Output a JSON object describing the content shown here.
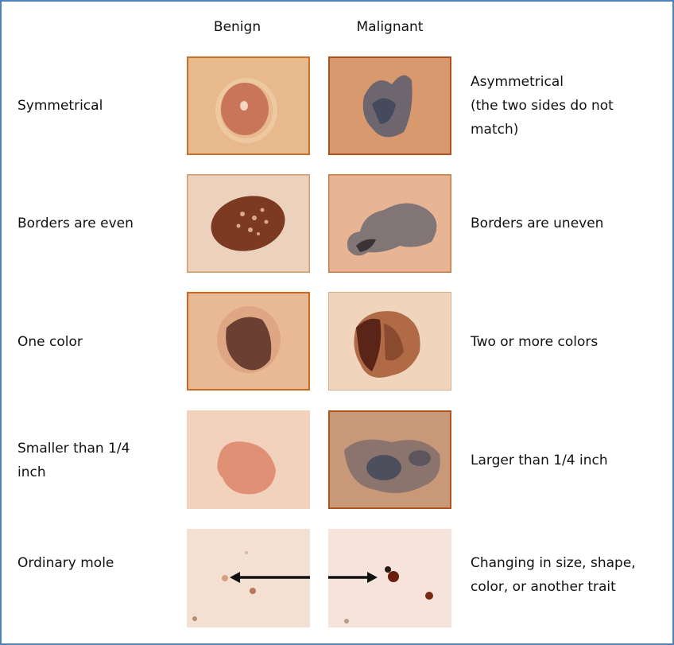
{
  "columns": {
    "benign": "Benign",
    "malignant": "Malignant"
  },
  "rows": [
    {
      "benign_label": "Symmetrical",
      "malignant_label_lines": [
        "Asymmetrical",
        "(the two sides do not",
        "match)"
      ],
      "benign_image": "symmetrical-mole-photo",
      "malignant_image": "asymmetrical-melanoma-photo"
    },
    {
      "benign_label": "Borders are even",
      "malignant_label_lines": [
        "Borders are uneven"
      ],
      "benign_image": "even-border-mole-photo",
      "malignant_image": "uneven-border-melanoma-photo"
    },
    {
      "benign_label": "One color",
      "malignant_label_lines": [
        "Two or more colors"
      ],
      "benign_image": "one-color-mole-photo",
      "malignant_image": "multicolor-melanoma-photo"
    },
    {
      "benign_label_lines": [
        "Smaller than 1/4",
        "inch"
      ],
      "malignant_label_lines": [
        "Larger than 1/4 inch"
      ],
      "benign_image": "small-mole-photo",
      "malignant_image": "large-melanoma-photo"
    },
    {
      "benign_label": "Ordinary mole",
      "malignant_label_lines": [
        "Changing in size, shape,",
        "color, or another trait"
      ],
      "benign_image": "ordinary-mole-arrow-photo",
      "malignant_image": "changing-mole-arrow-photo"
    }
  ],
  "colors": {
    "frame_border": "#4f81bd",
    "text": "#111111"
  }
}
